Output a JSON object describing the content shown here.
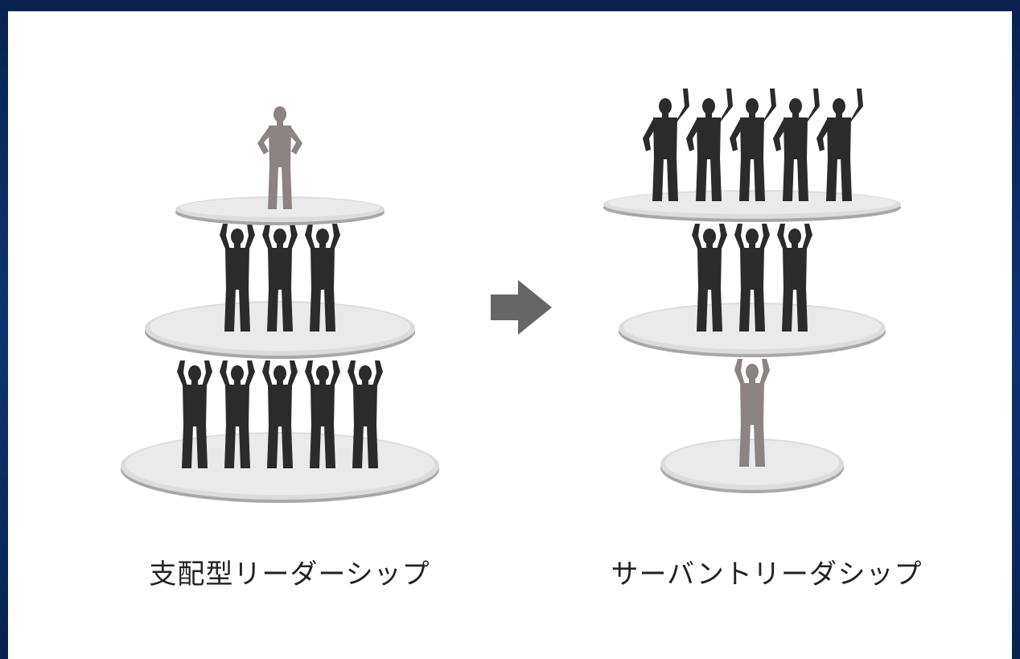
{
  "diagram": {
    "left": {
      "caption": "支配型リーダーシップ",
      "top_tier_people": 1,
      "middle_tier_people": 3,
      "bottom_tier_people": 5
    },
    "right": {
      "caption": "サーバントリーダシップ",
      "top_tier_people": 5,
      "middle_tier_people": 3,
      "bottom_tier_people": 1
    }
  },
  "colors": {
    "frame": "#0d2a5c",
    "panel": "#ffffff",
    "follower": "#2b2b2b",
    "leader": "#8c8482",
    "disc": "#dcdcdc",
    "arrow": "#666666"
  }
}
